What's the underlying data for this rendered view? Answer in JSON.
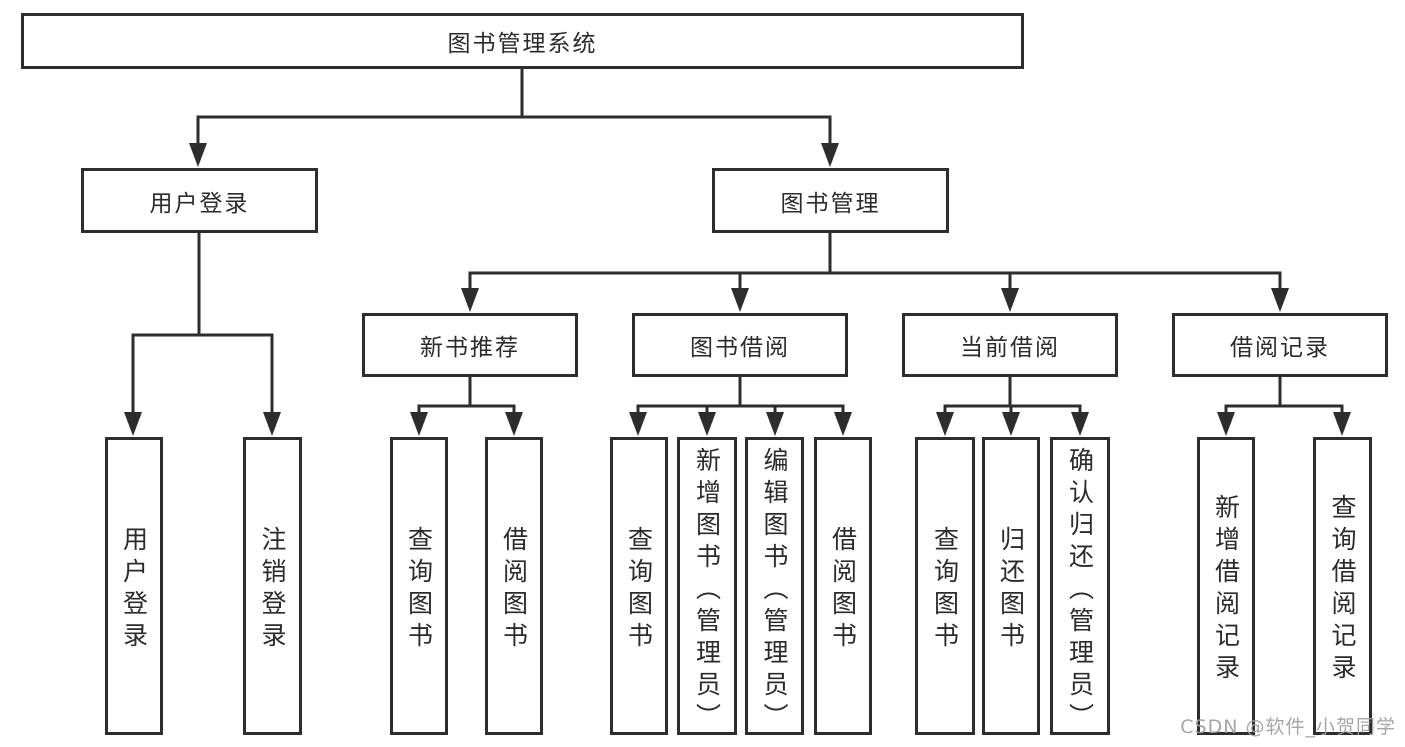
{
  "tree": {
    "label": "图书管理系统",
    "children": [
      {
        "label": "用户登录",
        "children": [
          {
            "label": "用户登录"
          },
          {
            "label": "注销登录"
          }
        ]
      },
      {
        "label": "图书管理",
        "children": [
          {
            "label": "新书推荐",
            "children": [
              {
                "label": "查询图书"
              },
              {
                "label": "借阅图书"
              }
            ]
          },
          {
            "label": "图书借阅",
            "children": [
              {
                "label": "查询图书"
              },
              {
                "label": "新增图书（管理员）"
              },
              {
                "label": "编辑图书（管理员）"
              },
              {
                "label": "借阅图书"
              }
            ]
          },
          {
            "label": "当前借阅",
            "children": [
              {
                "label": "查询图书"
              },
              {
                "label": "归还图书"
              },
              {
                "label": "确认归还（管理员）"
              }
            ]
          },
          {
            "label": "借阅记录",
            "children": [
              {
                "label": "新增借阅记录"
              },
              {
                "label": "查询借阅记录"
              }
            ]
          }
        ]
      }
    ]
  },
  "watermark": {
    "text": "CSDN @软件_小贺同学"
  },
  "colors": {
    "line": "#2d2d2d",
    "text": "#2b2b2b",
    "box_background": "#ffffff",
    "page_background": "#ffffff",
    "watermark": "#9e9e9e"
  }
}
